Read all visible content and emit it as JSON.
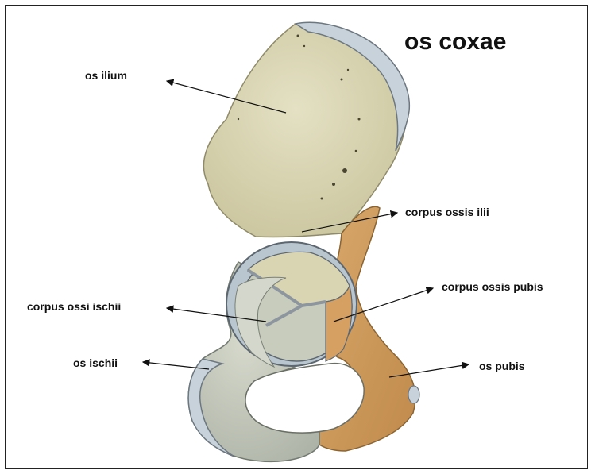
{
  "title": "os coxae",
  "labels": {
    "os_ilium": "os ilium",
    "corpus_ossis_ilii": "corpus ossis ilii",
    "corpus_ossis_pubis": "corpus ossis pubis",
    "corpus_ossi_ischii": "corpus ossi ischii",
    "os_ischii": "os ischii",
    "os_pubis": "os pubis"
  },
  "colors": {
    "ilium": "#d9d5b2",
    "pubis": "#cf9d5e",
    "ischium": "#c8ccbd",
    "cartilage": "#b9c6cf",
    "outline": "#5d6770"
  }
}
